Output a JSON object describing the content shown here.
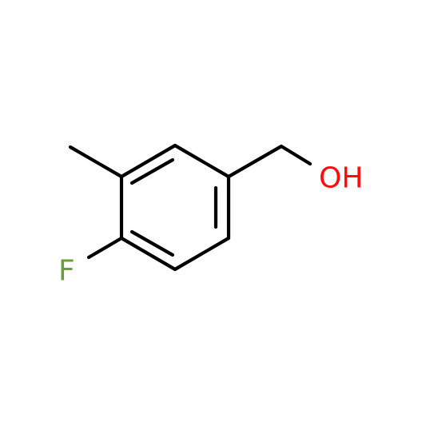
{
  "colors": {
    "bond": "#000000",
    "oxygen": "#ff0d0d",
    "fluorine": "#6a9e3a",
    "background": "#ffffff"
  },
  "atoms": {
    "hydroxyl": {
      "label": "OH",
      "color_key": "oxygen"
    },
    "fluorine": {
      "label": "F",
      "color_key": "fluorine"
    }
  }
}
